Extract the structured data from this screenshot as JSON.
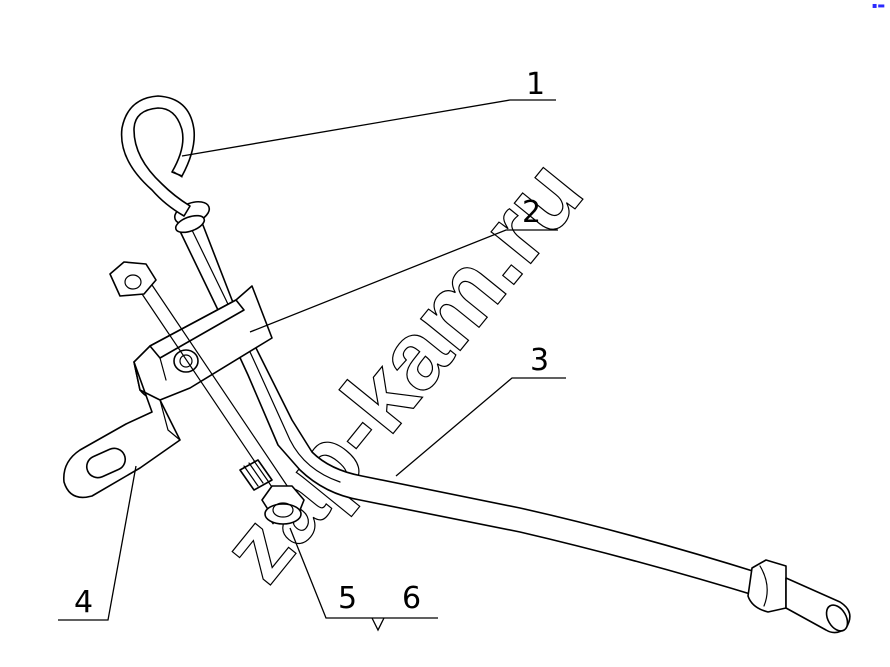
{
  "labels": {
    "l1": "1",
    "l2": "2",
    "l3": "3",
    "l4": "4",
    "l5": "5",
    "l6": "6"
  },
  "watermark": "zap-kam.ru",
  "colors": {
    "line": "#000000",
    "background": "#ffffff",
    "corner_mark": "#2a2aff"
  }
}
